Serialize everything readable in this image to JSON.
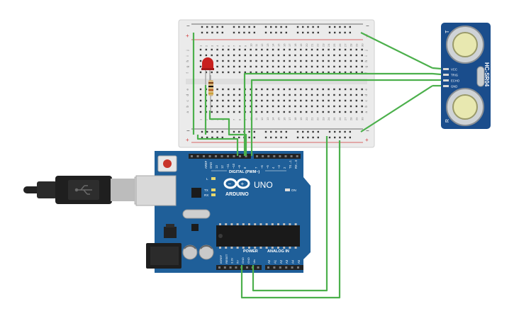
{
  "breadboard": {
    "row_letters_top": [
      "j",
      "i",
      "h",
      "g",
      "f"
    ],
    "row_letters_bottom": [
      "e",
      "d",
      "c",
      "b",
      "a"
    ],
    "rail_minus": "−",
    "rail_plus": "+",
    "column_numbers": [
      "1",
      "2",
      "3",
      "4",
      "5",
      "6",
      "7",
      "8",
      "9",
      "10",
      "11",
      "12",
      "13",
      "14",
      "15",
      "16",
      "17",
      "18",
      "19",
      "20",
      "21",
      "22",
      "23",
      "24",
      "25",
      "26",
      "27",
      "28",
      "29",
      "30"
    ]
  },
  "sensor": {
    "model": "HC-SR04",
    "pins": [
      "VCC",
      "TRIG",
      "ECHO",
      "GND"
    ],
    "t_label": "T",
    "r_label": "R"
  },
  "arduino": {
    "brand": "ARDUINO",
    "model": "UNO",
    "digital_header": "DIGITAL (PWM~)",
    "top_pins": [
      "AREF",
      "GND",
      "13",
      "12",
      "~11",
      "~10",
      "~9",
      "8",
      "7",
      "~6",
      "~5",
      "4",
      "~3",
      "2",
      "TX→1",
      "RX←0"
    ],
    "power_header": "POWER",
    "power_pins": [
      "IOREF",
      "RESET",
      "3.3V",
      "5V",
      "GND",
      "GND",
      "Vin"
    ],
    "analog_header": "ANALOG IN",
    "analog_pins": [
      "A0",
      "A1",
      "A2",
      "A3",
      "A4",
      "A5"
    ],
    "led_l": "L",
    "led_tx": "TX",
    "led_rx": "RX",
    "on_label": "ON"
  },
  "colors": {
    "wire": "#4cb04c",
    "board_blue": "#1f5f99",
    "board_dark": "#174a7a",
    "breadboard": "#ebebeb",
    "rail_red": "#d33a3a",
    "led_red": "#c8201e",
    "sensor_blue": "#1a4d8c"
  }
}
